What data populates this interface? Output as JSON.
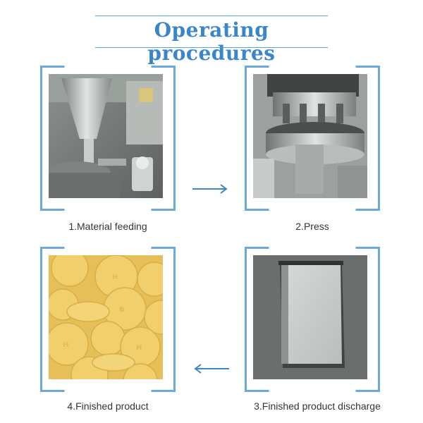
{
  "header": {
    "title": "Operating procedures"
  },
  "steps": [
    {
      "label": "1.Material feeding",
      "image": "material-feeding-machine-photo"
    },
    {
      "label": "2.Press",
      "image": "rotary-press-turret-photo"
    },
    {
      "label": "3.Finished product discharge",
      "image": "discharge-chute-photo"
    },
    {
      "label": "4.Finished product",
      "image": "yellow-tablets-photo"
    }
  ],
  "colors": {
    "accent": "#3b86c8",
    "frame": "#6aa9da",
    "tablet": "#f2cf6d"
  }
}
